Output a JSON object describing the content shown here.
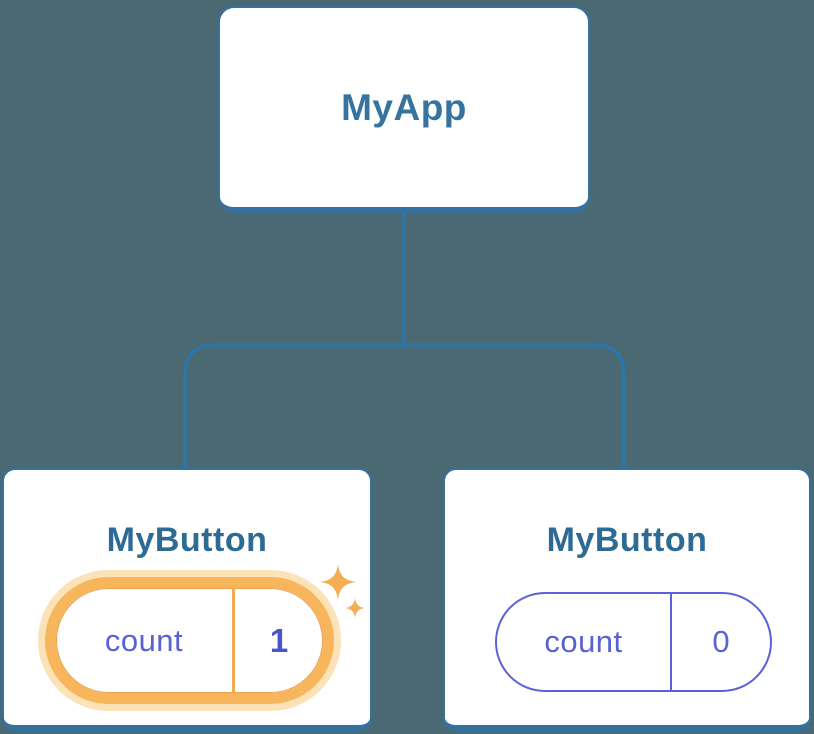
{
  "diagram": {
    "root": {
      "label": "MyApp"
    },
    "children": [
      {
        "label": "MyButton",
        "state": {
          "key": "count",
          "value": "1"
        },
        "highlighted": true
      },
      {
        "label": "MyButton",
        "state": {
          "key": "count",
          "value": "0"
        },
        "highlighted": false
      }
    ]
  },
  "colors": {
    "background": "#4B6972",
    "card_fill": "#FFFFFF",
    "card_border": "#35719F",
    "connector": "#2E74A4",
    "root_title": "#36749F",
    "child_title": "#2E6B94",
    "state_key_text": "#5A61D3",
    "state_value_highlight": "#4B53C8",
    "state_pill_border": "#5B62D6",
    "highlight_ring": "#F7B65C",
    "highlight_glow": "#FBE2B7",
    "sparkle": "#F5AE53"
  }
}
